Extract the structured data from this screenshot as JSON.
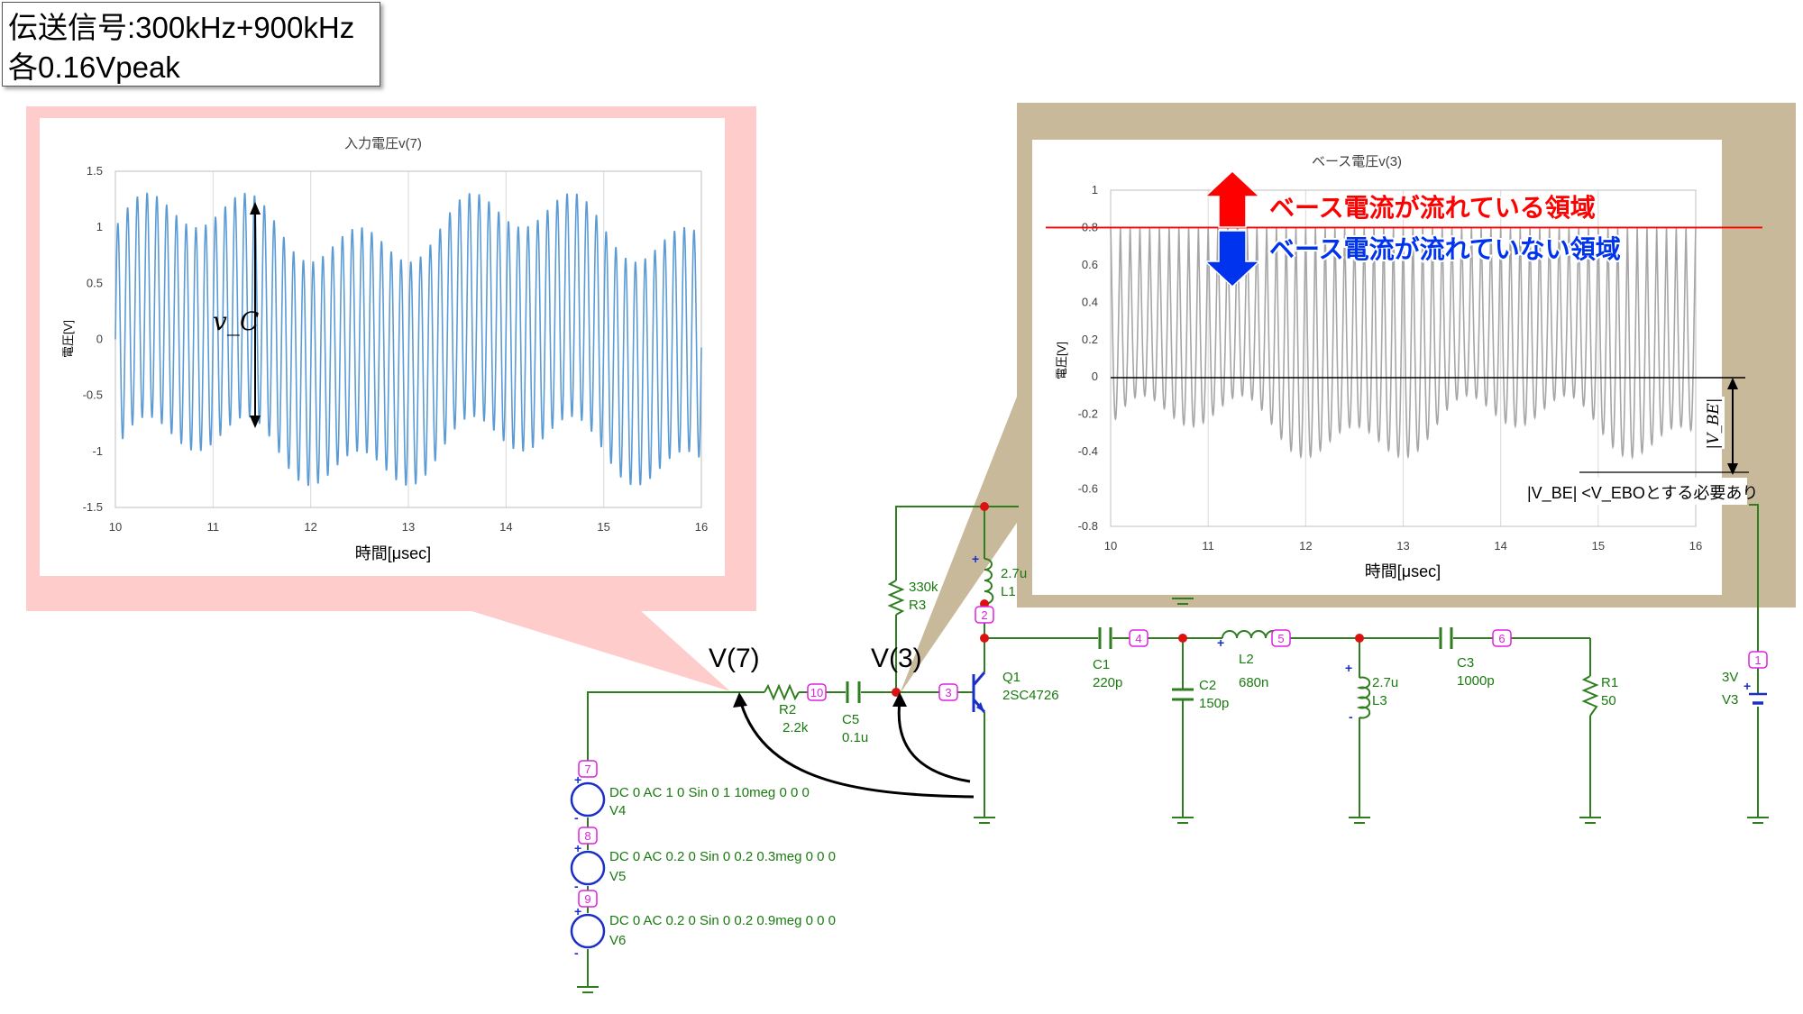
{
  "header": {
    "line1": "伝送信号:300kHz+900kHz",
    "line2": "各0.16Vpeak"
  },
  "colors": {
    "wire": "#2e7d1e",
    "component_label": "#1a7a10",
    "node_marker": "#e020e0",
    "junction": "#dd1111",
    "input_trace": "#5b9bd5",
    "base_trace": "#a6a6a6",
    "callout_pink": "#ffcccc",
    "callout_tan": "#c7b99a",
    "arrow_red": "#ff0000",
    "arrow_blue": "#0033ee"
  },
  "chart_data": [
    {
      "type": "line",
      "title": "入力電圧v(7)",
      "xlabel": "時間[μsec]",
      "ylabel": "電圧[V]",
      "xlim": [
        10,
        16
      ],
      "ylim": [
        -1.5,
        1.5
      ],
      "xticks": [
        "10",
        "11",
        "12",
        "13",
        "14",
        "15",
        "16"
      ],
      "yticks": [
        "1.5",
        "1",
        "0.5",
        "0",
        "-0.5",
        "-1",
        "-1.5"
      ],
      "grid": "vertical",
      "series": [
        {
          "components": [
            {
              "amplitude": 1.0,
              "freq_MHz": 10
            },
            {
              "amplitude": 0.2,
              "freq_MHz": 0.3
            },
            {
              "amplitude": 0.2,
              "freq_MHz": 0.9
            }
          ]
        }
      ],
      "annotation": "v_C"
    },
    {
      "type": "line",
      "title": "ベース電圧v(3)",
      "xlabel": "時間[μsec]",
      "ylabel": "電圧[V]",
      "xlim": [
        10,
        16
      ],
      "ylim": [
        -0.8,
        1.0
      ],
      "xticks": [
        "10",
        "11",
        "12",
        "13",
        "14",
        "15",
        "16"
      ],
      "yticks": [
        "1",
        "0.8",
        "0.6",
        "0.4",
        "0.2",
        "0",
        "-0.2",
        "-0.4",
        "-0.6",
        "-0.8"
      ],
      "grid": "vertical",
      "series": [
        {
          "peak": 0.8,
          "min_range": [
            -0.48,
            -0.05
          ],
          "freq_MHz": 10
        }
      ],
      "threshold": 0.8,
      "annotations": {
        "above": "ベース電流が流れている領域",
        "below": "ベース電流が流れていない領域",
        "vbe_label": "|V_BE|",
        "condition": "|V_BE| <V_EBOとする必要あり"
      }
    }
  ],
  "schematic": {
    "probes": [
      "V(7)",
      "V(3)"
    ],
    "components": [
      {
        "ref": "R2",
        "value": "2.2k"
      },
      {
        "ref": "C5",
        "value": "0.1u"
      },
      {
        "ref": "R3",
        "value": "330k"
      },
      {
        "ref": "L1",
        "value": "2.7u"
      },
      {
        "ref": "Q1",
        "value": "2SC4726"
      },
      {
        "ref": "C1",
        "value": "220p"
      },
      {
        "ref": "C2",
        "value": "150p"
      },
      {
        "ref": "L2",
        "value": "680n"
      },
      {
        "ref": "L3",
        "value": "2.7u"
      },
      {
        "ref": "C3",
        "value": "1000p"
      },
      {
        "ref": "R1",
        "value": "50"
      },
      {
        "ref": "V3",
        "value": "3V"
      }
    ],
    "sources": [
      {
        "ref": "V4",
        "spec": "DC 0 AC 1 0 Sin 0 1 10meg 0 0 0"
      },
      {
        "ref": "V5",
        "spec": "DC 0 AC 0.2 0 Sin 0 0.2 0.3meg 0 0 0"
      },
      {
        "ref": "V6",
        "spec": "DC 0 AC 0.2 0 Sin 0 0.2 0.9meg 0 0 0"
      }
    ],
    "nodes": [
      "7",
      "8",
      "9",
      "10",
      "3",
      "2",
      "4",
      "5",
      "6",
      "1"
    ]
  }
}
